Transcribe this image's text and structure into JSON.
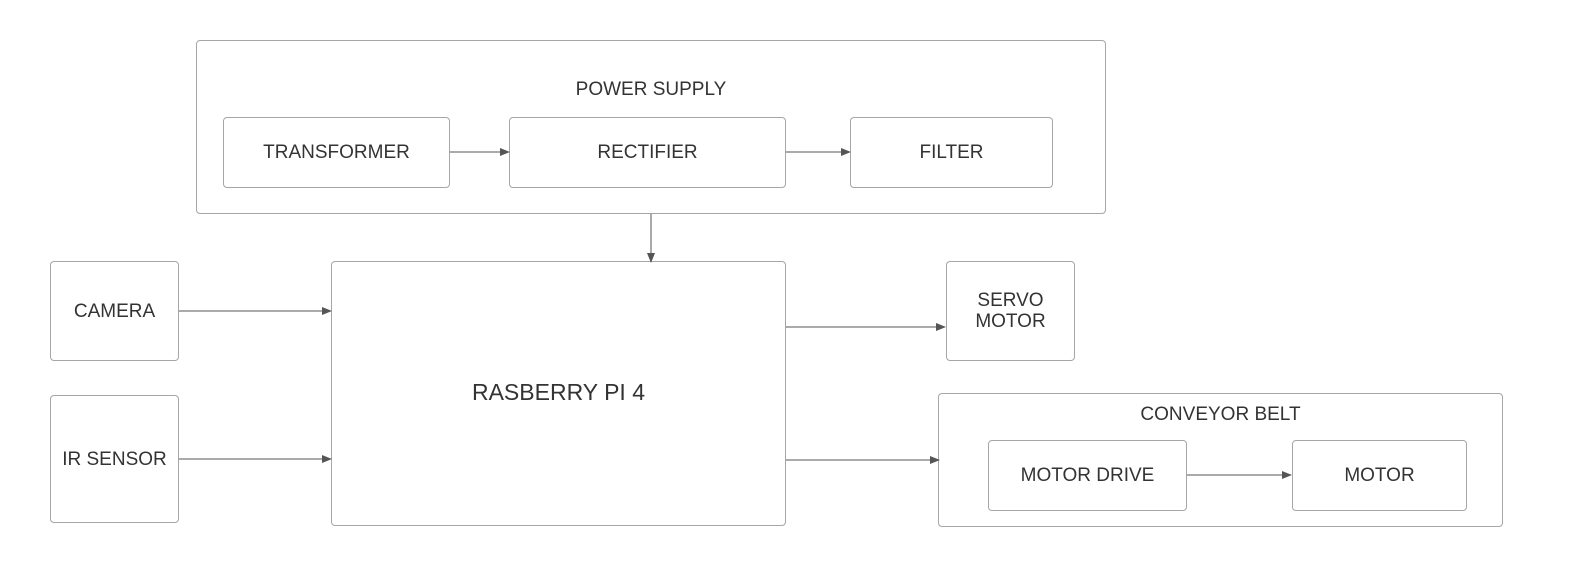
{
  "diagram": {
    "power_supply": {
      "title": "POWER SUPPLY",
      "transformer": "TRANSFORMER",
      "rectifier": "RECTIFIER",
      "filter": "FILTER"
    },
    "camera": "CAMERA",
    "ir_sensor": "IR SENSOR",
    "raspberry_pi": "RASBERRY PI 4",
    "servo_motor": "SERVO\nMOTOR",
    "conveyor_belt": {
      "title": "CONVEYOR BELT",
      "motor_drive": "MOTOR DRIVE",
      "motor": "MOTOR"
    },
    "colors": {
      "stroke": "#a6a6a6",
      "text": "#333333",
      "arrow": "#555555"
    }
  }
}
